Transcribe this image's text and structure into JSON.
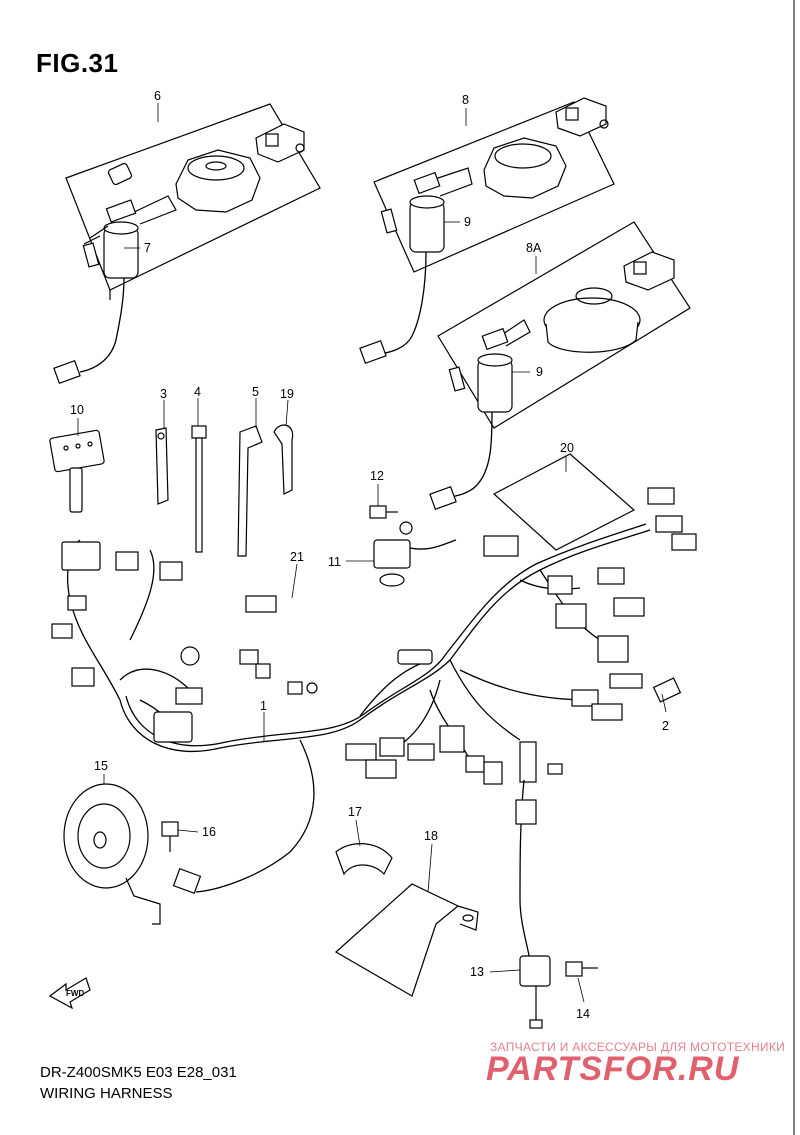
{
  "figure": {
    "title": "FIG.31",
    "model_code": "DR-Z400SMK5 E03 E28_031",
    "name": "WIRING HARNESS"
  },
  "watermark": {
    "line1": "ЗАПЧАСТИ И АКСЕССУАРЫ ДЛЯ МОТОТЕХНИКИ",
    "line2": "PARTSFOR.RU",
    "color": "#e0606e"
  },
  "fwd_label": "FWD",
  "callouts": [
    {
      "id": "6",
      "label": "6"
    },
    {
      "id": "7",
      "label": "7"
    },
    {
      "id": "8",
      "label": "8"
    },
    {
      "id": "9a",
      "label": "9"
    },
    {
      "id": "8A",
      "label": "8A"
    },
    {
      "id": "9b",
      "label": "9"
    },
    {
      "id": "10",
      "label": "10"
    },
    {
      "id": "3",
      "label": "3"
    },
    {
      "id": "4",
      "label": "4"
    },
    {
      "id": "5",
      "label": "5"
    },
    {
      "id": "19",
      "label": "19"
    },
    {
      "id": "12",
      "label": "12"
    },
    {
      "id": "20",
      "label": "20"
    },
    {
      "id": "11",
      "label": "11"
    },
    {
      "id": "21",
      "label": "21"
    },
    {
      "id": "1",
      "label": "1"
    },
    {
      "id": "2",
      "label": "2"
    },
    {
      "id": "15",
      "label": "15"
    },
    {
      "id": "16",
      "label": "16"
    },
    {
      "id": "17",
      "label": "17"
    },
    {
      "id": "18",
      "label": "18"
    },
    {
      "id": "13",
      "label": "13"
    },
    {
      "id": "14",
      "label": "14"
    }
  ]
}
